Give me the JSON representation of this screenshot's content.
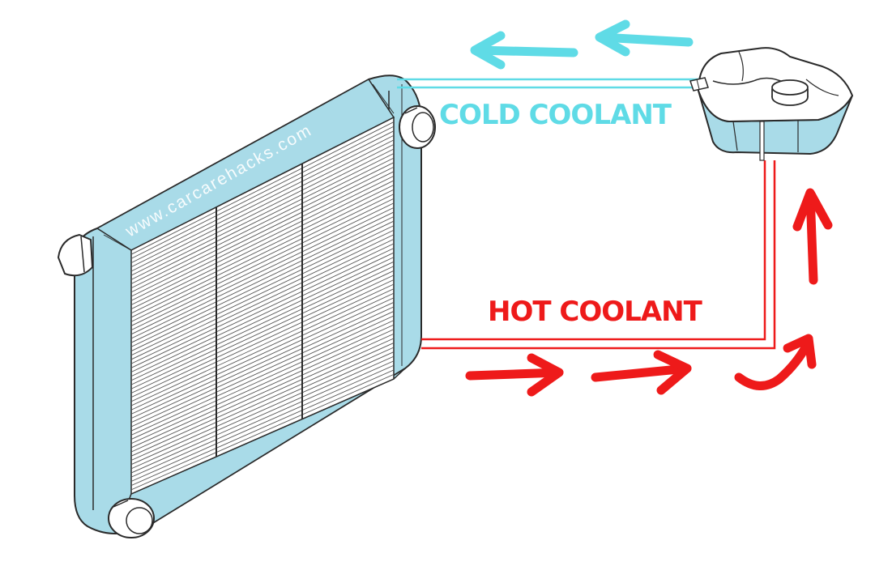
{
  "labels": {
    "cold": "COLD COOLANT",
    "hot": "HOT COOLANT"
  },
  "watermark": "www.carcarehacks.com",
  "colors": {
    "cold": "#5fdbe6",
    "hot": "#ee1a1a",
    "radiator_tint": "#a9dbe8",
    "outline": "#2a2a2a"
  },
  "icons": {
    "radiator": "radiator-icon",
    "reservoir": "coolant-reservoir-icon"
  }
}
